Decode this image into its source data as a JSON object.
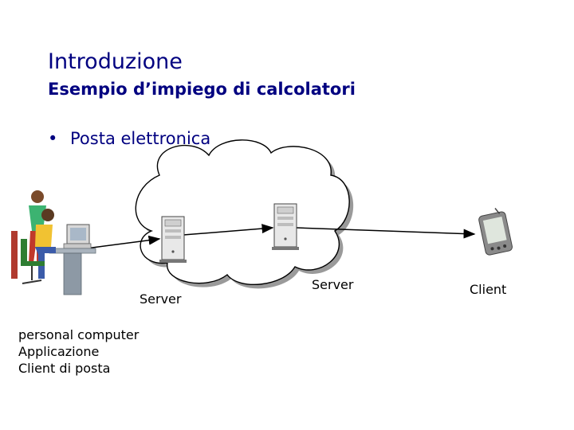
{
  "slide": {
    "title": "Introduzione",
    "subtitle": "Esempio d’impiego di calcolatori",
    "bullet": "Posta elettronica"
  },
  "labels": {
    "server1": "Server",
    "server2": "Server",
    "client": "Client",
    "pc_line1": "personal computer",
    "pc_line2": "Applicazione",
    "pc_line3": "Client di posta"
  },
  "colors": {
    "title": "#000080",
    "cloud_fill": "#ffffff",
    "cloud_shadow": "#9a9a9a",
    "arrow": "#000000"
  },
  "icons": [
    "people-at-computer-icon",
    "server-tower-icon",
    "server-tower-icon",
    "pda-handheld-icon"
  ]
}
